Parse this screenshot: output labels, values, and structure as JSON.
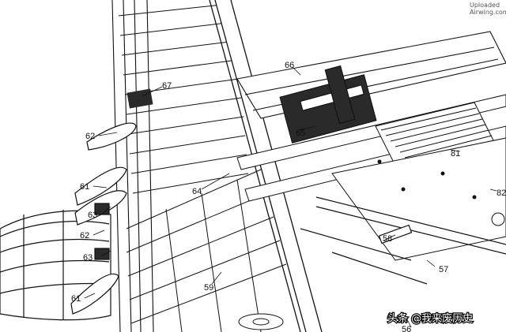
{
  "diagram": {
    "callouts": [
      {
        "id": "67a",
        "text": "67"
      },
      {
        "id": "66",
        "text": "66"
      },
      {
        "id": "65",
        "text": "65"
      },
      {
        "id": "62a",
        "text": "62"
      },
      {
        "id": "61a",
        "text": "61"
      },
      {
        "id": "63a",
        "text": "63"
      },
      {
        "id": "62b",
        "text": "62"
      },
      {
        "id": "63b",
        "text": "63"
      },
      {
        "id": "61b",
        "text": "61"
      },
      {
        "id": "64",
        "text": "64"
      },
      {
        "id": "59",
        "text": "59"
      },
      {
        "id": "58",
        "text": "58"
      },
      {
        "id": "57",
        "text": "57"
      },
      {
        "id": "56",
        "text": "56"
      },
      {
        "id": "81",
        "text": "81"
      },
      {
        "id": "82",
        "text": "82"
      }
    ],
    "watermark_line1": "Uploaded",
    "watermark_line2": "Airwing.com",
    "credit_text": "头条 @我来废历史"
  },
  "colors": {
    "ink": "#111111",
    "paper": "#ffffff",
    "shade": "#2a2a2a"
  }
}
